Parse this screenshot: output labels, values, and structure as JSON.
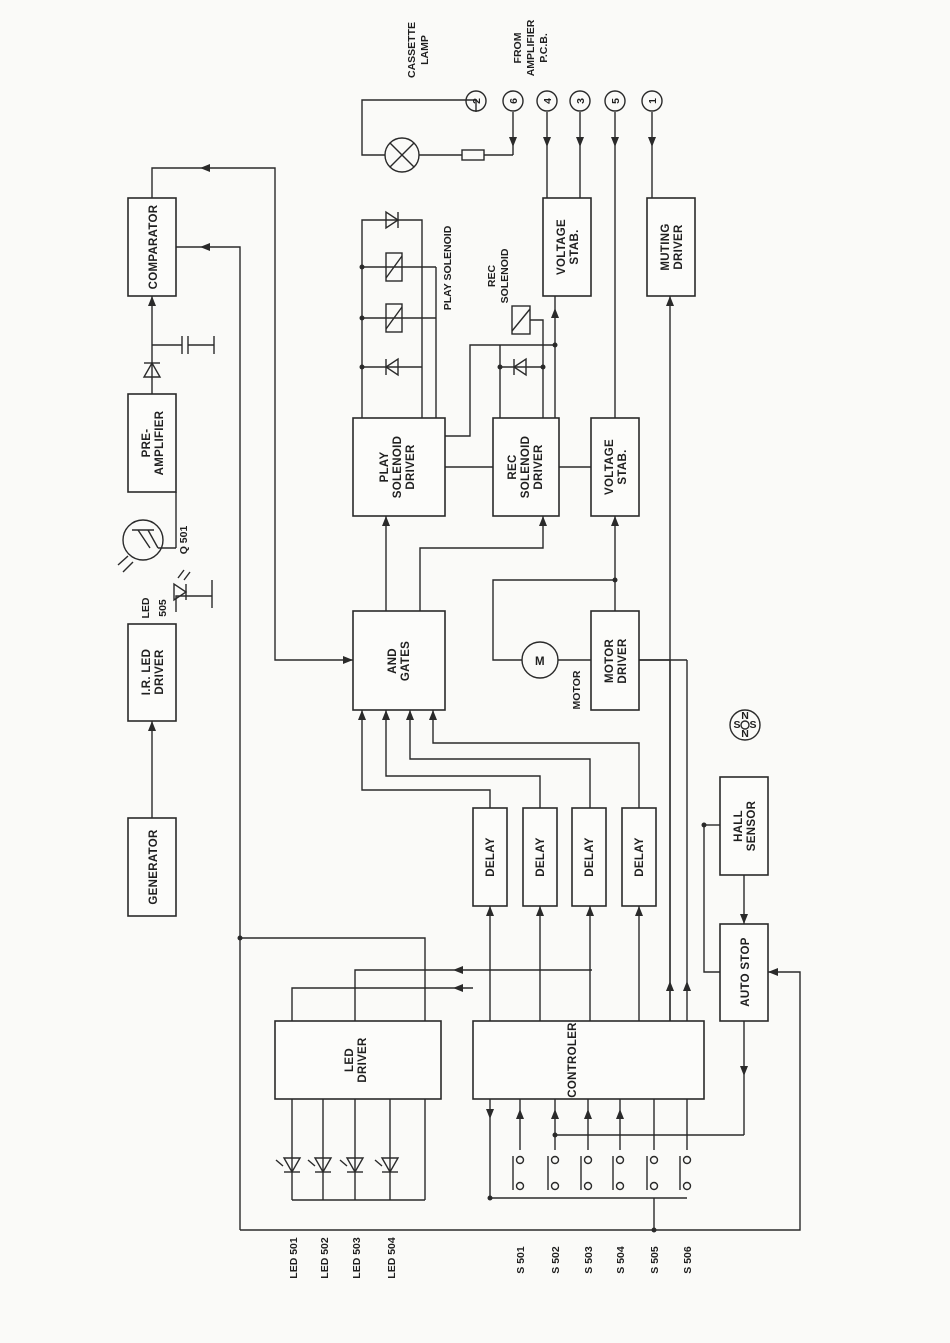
{
  "blocks": {
    "generator": "GENERATOR",
    "ir_led_driver": [
      "I.R. LED",
      "DRIVER"
    ],
    "pre_amplifier": [
      "PRE-",
      "AMPLIFIER"
    ],
    "comparator": "COMPARATOR",
    "and_gates": [
      "AND",
      "GATES"
    ],
    "play_solenoid_driver": [
      "PLAY",
      "SOLENOID",
      "DRIVER"
    ],
    "rec_solenoid_driver": [
      "REC",
      "SOLENOID",
      "DRIVER"
    ],
    "voltage_stab_lower": [
      "VOLTAGE",
      "STAB."
    ],
    "voltage_stab_upper": [
      "VOLTAGE",
      "STAB."
    ],
    "muting_driver": [
      "MUTING",
      "DRIVER"
    ],
    "motor_driver": [
      "MOTOR",
      "DRIVER"
    ],
    "hall_sensor": [
      "HALL",
      "SENSOR"
    ],
    "auto_stop": "AUTO STOP",
    "delay": [
      "DELAY",
      "DELAY",
      "DELAY",
      "DELAY"
    ],
    "led_driver": [
      "LED",
      "DRIVER"
    ],
    "controler": "CONTROLER"
  },
  "labels": {
    "led_505": [
      "LED",
      "505"
    ],
    "q501": "Q 501",
    "play_solenoid": "PLAY SOLENOID",
    "rec_solenoid": [
      "REC",
      "SOLENOID"
    ],
    "motor": "MOTOR",
    "motor_symbol": "M",
    "cassette_lamp": [
      "CASSETTE",
      "LAMP"
    ],
    "from_amplifier": [
      "FROM",
      "AMPLIFIER",
      "P.C.B."
    ],
    "magnet": [
      "N",
      "S",
      "S",
      "N"
    ]
  },
  "connectors": [
    "2",
    "6",
    "4",
    "3",
    "5",
    "1"
  ],
  "leds": [
    "LED 501",
    "LED 502",
    "LED 503",
    "LED 504"
  ],
  "switches": [
    "S 501",
    "S 502",
    "S 503",
    "S 504",
    "S 505",
    "S 506"
  ]
}
